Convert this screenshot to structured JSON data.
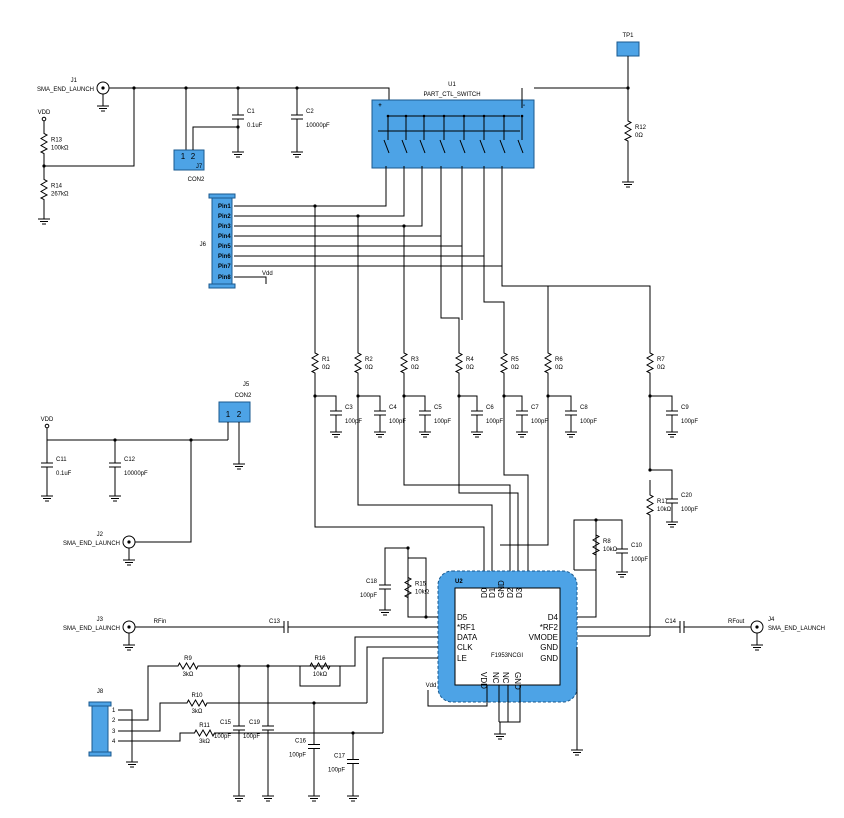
{
  "colors": {
    "component_fill": "#4da3e6",
    "wire": "#000000",
    "background": "#ffffff"
  },
  "J1": {
    "ref": "J1",
    "name": "SMA_END_LAUNCH"
  },
  "J2": {
    "ref": "J2",
    "name": "SMA_END_LAUNCH"
  },
  "J3": {
    "ref": "J3",
    "name": "SMA_END_LAUNCH"
  },
  "J4": {
    "ref": "J4",
    "name": "SMA_END_LAUNCH"
  },
  "J5": {
    "ref": "J5",
    "name": "CON2",
    "p1": "1",
    "p2": "2"
  },
  "J7": {
    "ref": "J7",
    "name": "CON2",
    "p1": "1",
    "p2": "2"
  },
  "J6": {
    "ref": "J6",
    "pins": [
      "Pin1",
      "Pin2",
      "Pin3",
      "Pin4",
      "Pin5",
      "Pin6",
      "Pin7",
      "Pin8"
    ]
  },
  "J8": {
    "ref": "J8",
    "pins": [
      "1",
      "2",
      "3",
      "4"
    ]
  },
  "TP1": {
    "ref": "TP1"
  },
  "U1": {
    "ref": "U1",
    "name": "PART_CTL_SWITCH",
    "plus": "+",
    "minus": "-"
  },
  "U2": {
    "ref": "U2",
    "part": "F1953NCGI",
    "left_pins": [
      "D5",
      "*RF1",
      "DATA",
      "CLK",
      "LE"
    ],
    "right_pins": [
      "D4",
      "*RF2",
      "VMODE",
      "GND",
      "GND"
    ],
    "top_pins": [
      "D0",
      "D1",
      "GND",
      "D2",
      "D3"
    ],
    "bottom_pins": [
      "VDD",
      "NC",
      "NC",
      "GND"
    ]
  },
  "vdd_labels": [
    "VDD",
    "VDD",
    "Vdd",
    "Vdd"
  ],
  "nets": {
    "rfin": "RFin",
    "rfout": "RFout"
  },
  "resistors": {
    "R1": [
      "R1",
      "0Ω"
    ],
    "R2": [
      "R2",
      "0Ω"
    ],
    "R3": [
      "R3",
      "0Ω"
    ],
    "R4": [
      "R4",
      "0Ω"
    ],
    "R5": [
      "R5",
      "0Ω"
    ],
    "R6": [
      "R6",
      "0Ω"
    ],
    "R7": [
      "R7",
      "0Ω"
    ],
    "R8": [
      "R8",
      "10kΩ"
    ],
    "R9": [
      "R9",
      "3kΩ"
    ],
    "R10": [
      "R10",
      "3kΩ"
    ],
    "R11": [
      "R11",
      "3kΩ"
    ],
    "R12": [
      "R12",
      "0Ω"
    ],
    "R13": [
      "R13",
      "100kΩ"
    ],
    "R14": [
      "R14",
      "267kΩ"
    ],
    "R15": [
      "R15",
      "10kΩ"
    ],
    "R16": [
      "R16",
      "10kΩ"
    ],
    "R17": [
      "R17",
      "10kΩ"
    ]
  },
  "capacitors": {
    "C1": [
      "C1",
      "0.1uF"
    ],
    "C2": [
      "C2",
      "10000pF"
    ],
    "C3": [
      "C3",
      "100pF"
    ],
    "C4": [
      "C4",
      "100pF"
    ],
    "C5": [
      "C5",
      "100pF"
    ],
    "C6": [
      "C6",
      "100pF"
    ],
    "C7": [
      "C7",
      "100pF"
    ],
    "C8": [
      "C8",
      "100pF"
    ],
    "C9": [
      "C9",
      "100pF"
    ],
    "C10": [
      "C10",
      "100pF"
    ],
    "C11": [
      "C11",
      "0.1uF"
    ],
    "C12": [
      "C12",
      "10000pF"
    ],
    "C13": [
      "C13",
      ""
    ],
    "C14": [
      "C14",
      ""
    ],
    "C15": [
      "C15",
      "100pF"
    ],
    "C16": [
      "C16",
      "100pF"
    ],
    "C17": [
      "C17",
      "100pF"
    ],
    "C18": [
      "C18",
      "100pF"
    ],
    "C19": [
      "C19",
      "100pF"
    ],
    "C20": [
      "C20",
      "100pF"
    ]
  }
}
